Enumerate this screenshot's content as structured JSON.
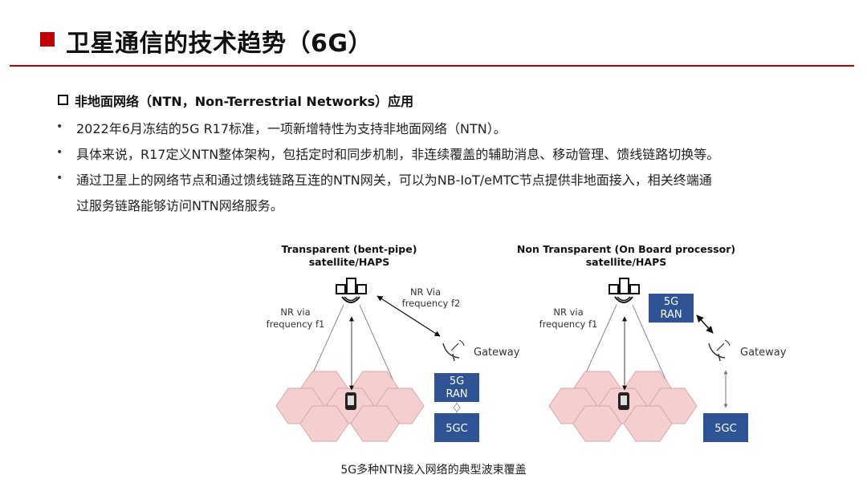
{
  "slide": {
    "title": "卫星通信的技术趋势（6G）",
    "subheading": "非地面网络（NTN，Non-Terrestrial Networks）应用",
    "bullets": [
      "2022年6月冻结的5G R17标准，一项新增特性为支持非地面网络（NTN）。",
      "具体来说，R17定义NTN整体架构，包括定时和同步机制，非连续覆盖的辅助消息、移动管理、馈线链路切换等。",
      "通过卫星上的网络节点和通过馈线链路互连的NTN网关，可以为NB-IoT/eMTC节点提供非地面接入，相关终端通",
      "过服务链路能够访问NTN网络服务。"
    ],
    "bullet_marker": "•"
  },
  "diagram": {
    "left": {
      "title_line1": "Transparent (bent-pipe)",
      "title_line2": "satellite/HAPS",
      "nr_via_f2_line1": "NR Via",
      "nr_via_f2_line2": "frequency f2",
      "nr_via_f1_line1": "NR via",
      "nr_via_f1_line2": "frequency f1",
      "gateway": "Gateway",
      "ran_line1": "5G",
      "ran_line2": "RAN",
      "core": "5GC"
    },
    "right": {
      "title_line1": "Non Transparent (On Board processor)",
      "title_line2": "satellite/HAPS",
      "nr_via_f1_line1": "NR via",
      "nr_via_f1_line2": "frequency f1",
      "ran_line1": "5G",
      "ran_line2": "RAN",
      "gateway": "Gateway",
      "core": "5GC"
    },
    "caption": "5G多种NTN接入网络的典型波束覆盖",
    "colors": {
      "node_box": "#2e5496",
      "hex_fill": "#f5cfd0",
      "hex_stroke": "#d8a6a8",
      "accent_red": "#c00000"
    },
    "icons": [
      "satellite-icon",
      "satellite-dish-icon",
      "phone-icon"
    ]
  }
}
